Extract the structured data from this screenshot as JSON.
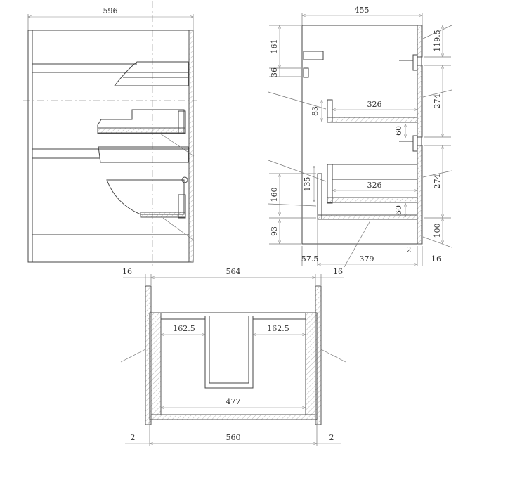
{
  "front_view": {
    "width_label": "596"
  },
  "side_view": {
    "depth_label": "455",
    "left_dims": [
      "161",
      "36",
      "160",
      "93"
    ],
    "right_dims": [
      "119.5",
      "274",
      "274",
      "100"
    ],
    "drawer_top": {
      "height": "83",
      "depth": "326",
      "gap": "60"
    },
    "drawer_bottom": {
      "height": "135",
      "depth": "326",
      "gap": "60"
    },
    "bottom_dims": {
      "front_offset": "57.5",
      "base_depth": "379",
      "gap": "2",
      "panel": "16"
    }
  },
  "top_view": {
    "overall_label": "564",
    "panel_left": "16",
    "panel_right": "16",
    "cutout_left": "162.5",
    "cutout_right": "162.5",
    "inner_width": "477",
    "bottom_width": "560",
    "gap_left": "2",
    "gap_right": "2"
  }
}
